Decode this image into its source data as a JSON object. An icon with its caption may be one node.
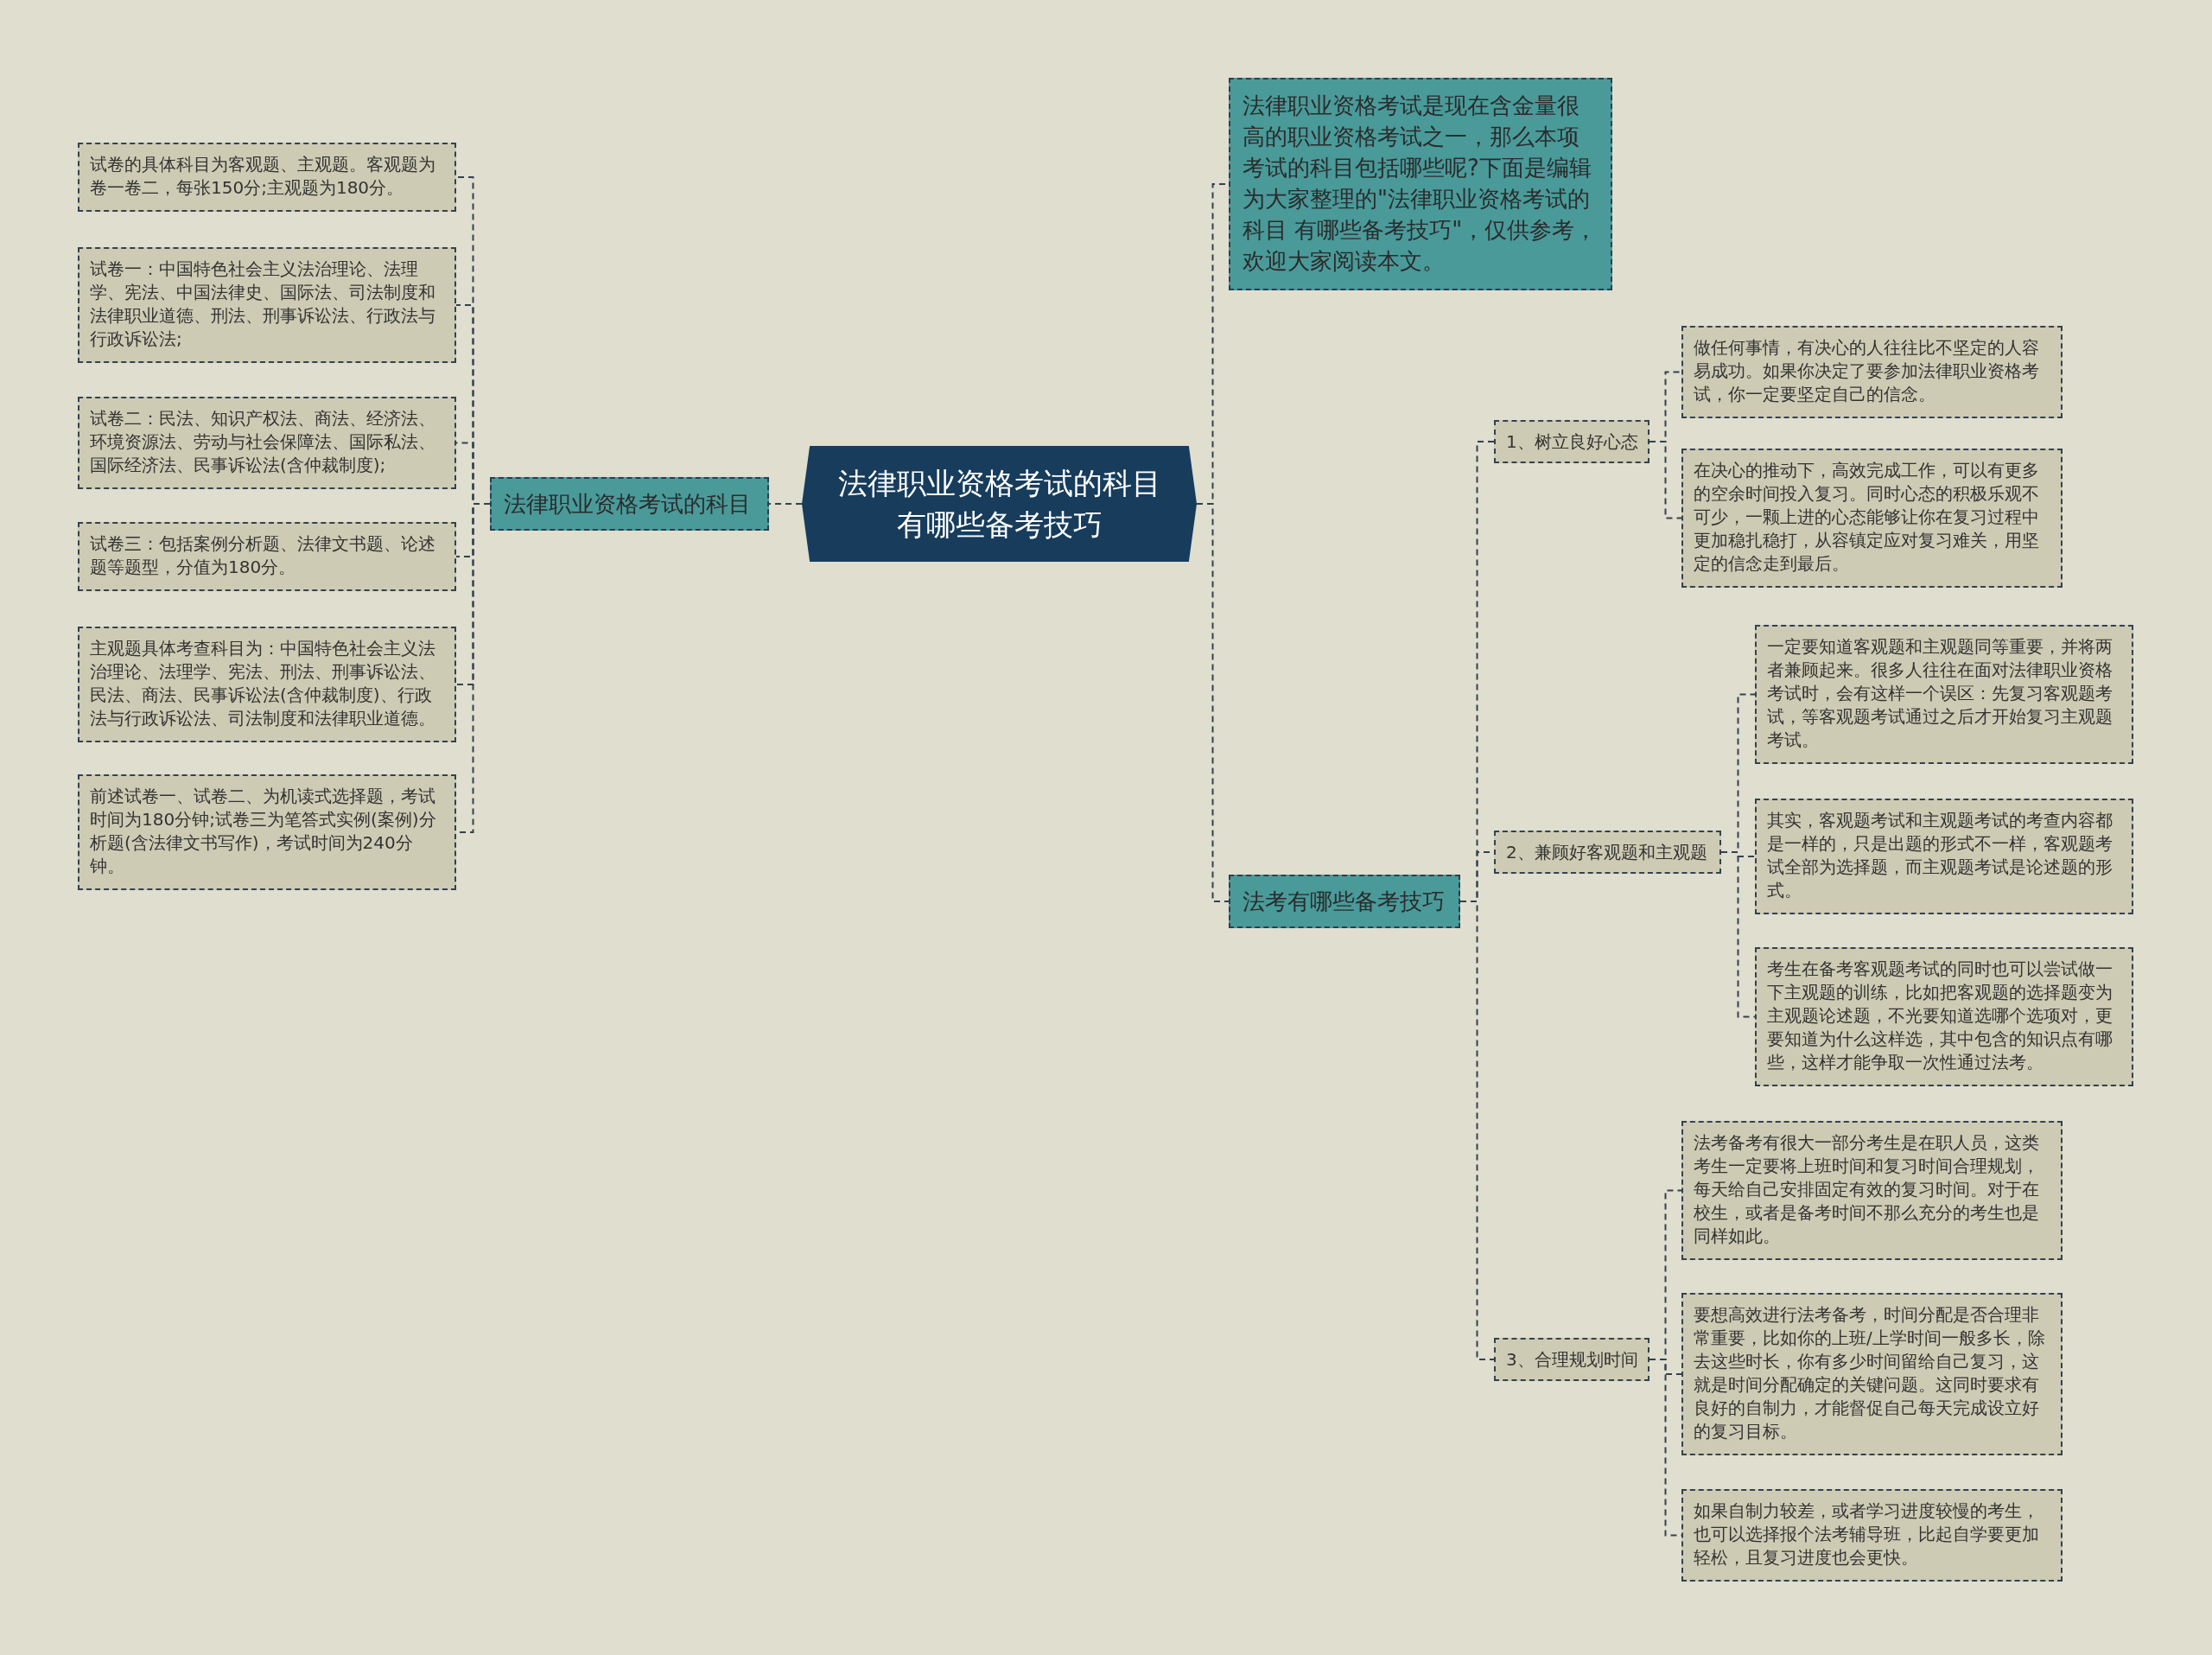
{
  "diagram": {
    "nodes": [
      {
        "text": [
          "法律职业资格考试的科目有哪些备考技巧"
        ]
      },
      {
        "text": [
          "法律职业资格考试的科目"
        ]
      },
      {
        "text": [
          "试卷的具体科目为客观题、主观题。客观题为卷一卷二，每张150分;主观题为180分。"
        ]
      },
      {
        "text": [
          "试卷一：中国特色社会主义法治理论、法理学、宪法、中国法律史、国际法、司法制度和法律职业道德、刑法、刑事诉讼法、行政法与行政诉讼法;"
        ]
      },
      {
        "text": [
          "试卷二：民法、知识产权法、商法、经济法、环境资源法、劳动与社会保障法、国际私法、国际经济法、民事诉讼法(含仲裁制度);"
        ]
      },
      {
        "text": [
          "试卷三：包括案例分析题、法律文书题、论述题等题型，分值为180分。"
        ]
      },
      {
        "text": [
          "主观题具体考查科目为：中国特色社会主义法治理论、法理学、宪法、刑法、刑事诉讼法、民法、商法、民事诉讼法(含仲裁制度)、行政法与行政诉讼法、司法制度和法律职业道德。"
        ]
      },
      {
        "text": [
          "前述试卷一、试卷二、为机读式选择题，考试时间为180分钟;试卷三为笔答式实例(案例)分析题(含法律文书写作)，考试时间为240分钟。"
        ]
      },
      {
        "text": [
          "法律职业资格考试是现在含金量很高的职业资格考试之一，那么本项考试的科目包括哪些呢?下面是编辑为大家整理的\"法律职业资格考试的科目 有哪些备考技巧\"，仅供参考，欢迎大家阅读本文。"
        ]
      },
      {
        "text": [
          "法考有哪些备考技巧"
        ]
      },
      {
        "text": [
          "1、树立良好心态"
        ]
      },
      {
        "text": [
          "做任何事情，有决心的人往往比不坚定的人容易成功。如果你决定了要参加法律职业资格考试，你一定要坚定自己的信念。"
        ]
      },
      {
        "text": [
          "在决心的推动下，高效完成工作，可以有更多的空余时间投入复习。同时心态的积极乐观不可少，一颗上进的心态能够让你在复习过程中更加稳扎稳打，从容镇定应对复习难关，用坚定的信念走到最后。"
        ]
      },
      {
        "text": [
          "2、兼顾好客观题和主观题"
        ]
      },
      {
        "text": [
          "一定要知道客观题和主观题同等重要，并将两者兼顾起来。很多人往往在面对法律职业资格考试时，会有这样一个误区：先复习客观题考试，等客观题考试通过之后才开始复习主观题考试。"
        ]
      },
      {
        "text": [
          "其实，客观题考试和主观题考试的考查内容都是一样的，只是出题的形式不一样，客观题考试全部为选择题，而主观题考试是论述题的形式。"
        ]
      },
      {
        "text": [
          "考生在备考客观题考试的同时也可以尝试做一下主观题的训练，比如把客观题的选择题变为主观题论述题，不光要知道选哪个选项对，更要知道为什么这样选，其中包含的知识点有哪些，这样才能争取一次性通过法考。"
        ]
      },
      {
        "text": [
          "3、合理规划时间"
        ]
      },
      {
        "text": [
          "法考备考有很大一部分考生是在职人员，这类考生一定要将上班时间和复习时间合理规划，每天给自己安排固定有效的复习时间。对于在校生，或者是备考时间不那么充分的考生也是同样如此。"
        ]
      },
      {
        "text": [
          "要想高效进行法考备考，时间分配是否合理非常重要，比如你的上班/上学时间一般多长，除去这些时长，你有多少时间留给自己复习，这就是时间分配确定的关键问题。这同时要求有良好的自制力，才能督促自己每天完成设立好的复习目标。"
        ]
      },
      {
        "text": [
          "如果自制力较差，或者学习进度较慢的考生，也可以选择报个法考辅导班，比起自学要更加轻松，且复习进度也会更快。"
        ]
      }
    ],
    "edges": [
      {
        "from": 0,
        "to": 1,
        "arrow": "none"
      },
      {
        "from": 1,
        "to": 2,
        "arrow": "none"
      },
      {
        "from": 1,
        "to": 3,
        "arrow": "none"
      },
      {
        "from": 1,
        "to": 4,
        "arrow": "none"
      },
      {
        "from": 1,
        "to": 5,
        "arrow": "none"
      },
      {
        "from": 1,
        "to": 6,
        "arrow": "none"
      },
      {
        "from": 1,
        "to": 7,
        "arrow": "none"
      },
      {
        "from": 0,
        "to": 8,
        "arrow": "none"
      },
      {
        "from": 0,
        "to": 9,
        "arrow": "none"
      },
      {
        "from": 9,
        "to": 10,
        "arrow": "none"
      },
      {
        "from": 10,
        "to": 11,
        "arrow": "none"
      },
      {
        "from": 10,
        "to": 12,
        "arrow": "none"
      },
      {
        "from": 9,
        "to": 13,
        "arrow": "none"
      },
      {
        "from": 13,
        "to": 14,
        "arrow": "none"
      },
      {
        "from": 13,
        "to": 15,
        "arrow": "none"
      },
      {
        "from": 13,
        "to": 16,
        "arrow": "none"
      },
      {
        "from": 9,
        "to": 17,
        "arrow": "none"
      },
      {
        "from": 17,
        "to": 18,
        "arrow": "none"
      },
      {
        "from": 17,
        "to": 19,
        "arrow": "none"
      },
      {
        "from": 17,
        "to": 20,
        "arrow": "none"
      }
    ]
  }
}
